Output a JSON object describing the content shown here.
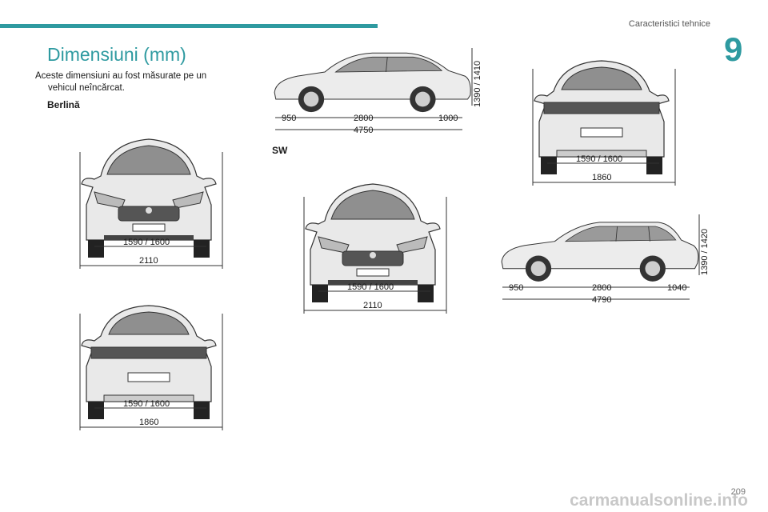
{
  "header": {
    "section": "Caracteristici tehnice",
    "chapter": "9"
  },
  "title": "Dimensiuni (mm)",
  "intro": {
    "line1": "Aceste dimensiuni au fost măsurate pe un",
    "line2": "vehicul neîncărcat."
  },
  "labels": {
    "berlina": "Berlină",
    "sw": "SW"
  },
  "berlina": {
    "side": {
      "height": "1390 / 1410",
      "front": "950",
      "wheelbase": "2800",
      "rear": "1000",
      "length": "4750"
    },
    "front": {
      "track": "1590 / 1600",
      "width": "2110"
    },
    "rear": {
      "track": "1590 / 1600",
      "width": "1860"
    }
  },
  "sw": {
    "front": {
      "track": "1590 / 1600",
      "width": "2110"
    },
    "rear": {
      "track": "1590 / 1600",
      "width": "1860"
    },
    "side": {
      "height": "1390 / 1420",
      "front": "950",
      "wheelbase": "2800",
      "rear": "1040",
      "length": "4790"
    }
  },
  "footer": {
    "page": "209",
    "watermark": "carmanualsonline.info"
  }
}
